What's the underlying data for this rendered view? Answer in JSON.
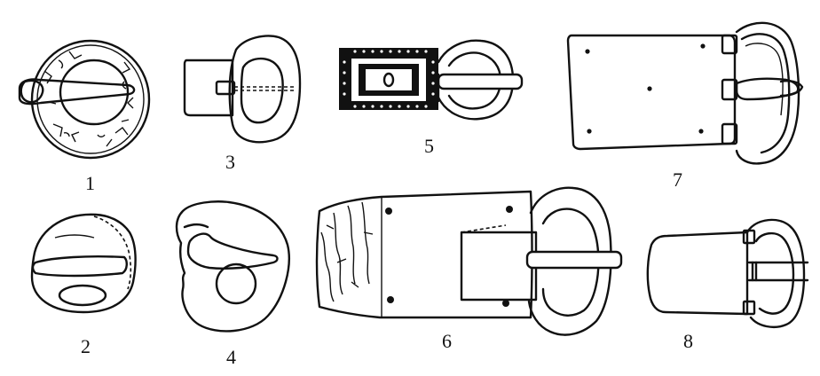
{
  "figures": [
    {
      "id": "fig-1",
      "number": "1"
    },
    {
      "id": "fig-2",
      "number": "2"
    },
    {
      "id": "fig-3",
      "number": "3"
    },
    {
      "id": "fig-4",
      "number": "4"
    },
    {
      "id": "fig-5",
      "number": "5"
    },
    {
      "id": "fig-6",
      "number": "6"
    },
    {
      "id": "fig-7",
      "number": "7"
    },
    {
      "id": "fig-8",
      "number": "8"
    }
  ],
  "colors": {
    "ink": "#111111",
    "paper": "#ffffff"
  }
}
